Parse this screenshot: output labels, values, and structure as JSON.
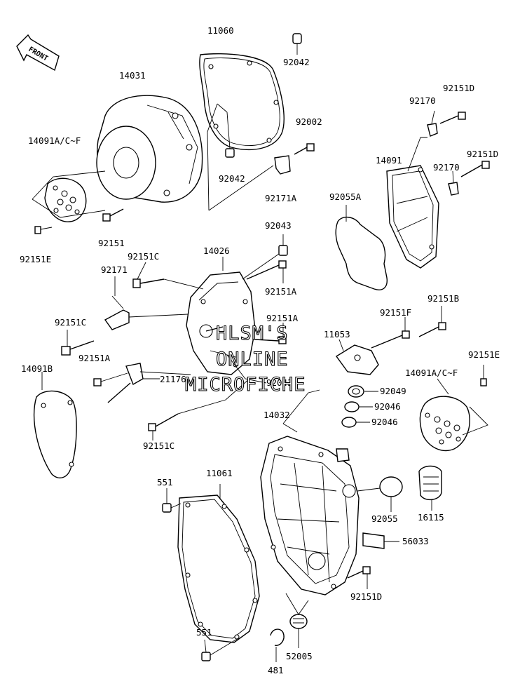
{
  "front_arrow": "FRONT",
  "watermark": [
    "HLSM'S",
    "ONLINE",
    "MICROFICHE"
  ],
  "labels": {
    "p11060": "11060",
    "p92042_top": "92042",
    "p14031": "14031",
    "p92002": "92002",
    "p14091acf_left": "14091A/C~F",
    "p92042_mid": "92042",
    "p92171a": "92171A",
    "p92151_mid": "92151",
    "p92151e_left": "92151E",
    "p92151d_top": "92151D",
    "p92170_top": "92170",
    "p14091": "14091",
    "p92151d_right": "92151D",
    "p92170_right": "92170",
    "p92055a": "92055A",
    "p92043_top": "92043",
    "p14026": "14026",
    "p92151c_top": "92151C",
    "p92171": "92171",
    "p92151a_a": "92151A",
    "p92151a_b": "92151A",
    "p92151c_left": "92151C",
    "p92151f": "92151F",
    "p92151b": "92151B",
    "p11053": "11053",
    "p92151a_left": "92151A",
    "p14091b": "14091B",
    "p21176": "21176",
    "p92043_mid": "92043",
    "p92151e_right": "92151E",
    "p14091acf_right": "14091A/C~F",
    "p92049": "92049",
    "p92046_a": "92046",
    "p92046_b": "92046",
    "p92151c_bot": "92151C",
    "p14032": "14032",
    "p551_top": "551",
    "p11061": "11061",
    "p92055": "92055",
    "p16115": "16115",
    "p56033": "56033",
    "p92151d_bot": "92151D",
    "p551_bot": "551",
    "p52005": "52005",
    "p481": "481"
  }
}
